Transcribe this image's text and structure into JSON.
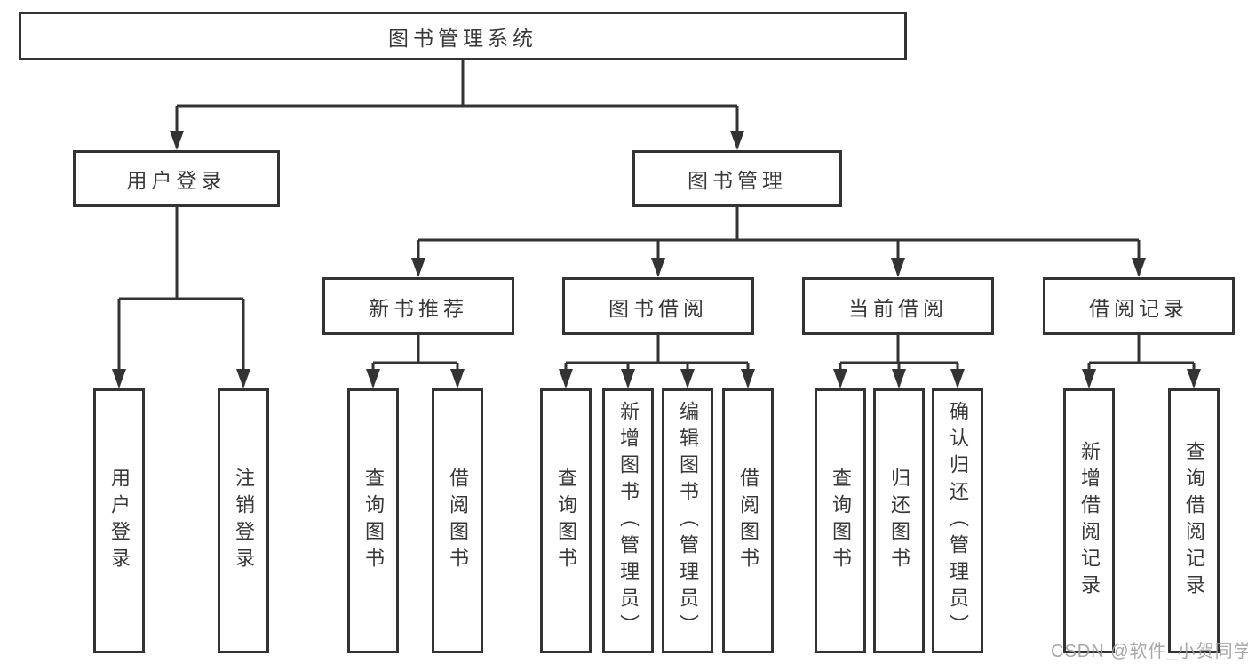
{
  "tree": {
    "root": "图书管理系统",
    "user_login": {
      "label": "用户登录",
      "children": [
        "用户登录",
        "注销登录"
      ]
    },
    "book_mgmt": {
      "label": "图书管理",
      "groups": [
        {
          "label": "新书推荐",
          "children": [
            "查询图书",
            "借阅图书"
          ]
        },
        {
          "label": "图书借阅",
          "children": [
            "查询图书",
            "新增图书（管理员）",
            "编辑图书（管理员）",
            "借阅图书"
          ]
        },
        {
          "label": "当前借阅",
          "children": [
            "查询图书",
            "归还图书",
            "确认归还（管理员）"
          ]
        },
        {
          "label": "借阅记录",
          "children": [
            "新增借阅记录",
            "查询借阅记录"
          ]
        }
      ]
    }
  },
  "watermark": "CSDN @软件_小贺同学",
  "colors": {
    "line": "#333333",
    "text": "#383838",
    "watermark": "#a0a0a0",
    "background": "#ffffff"
  }
}
